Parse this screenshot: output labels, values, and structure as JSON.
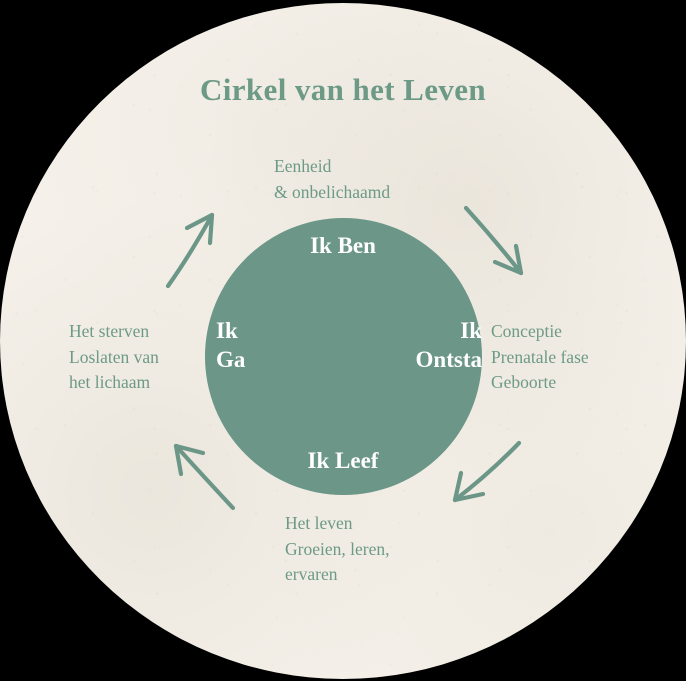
{
  "diagram": {
    "title": "Cirkel van het Leven",
    "colors": {
      "background": "#f5f1ea",
      "accent_green": "#6b9688",
      "text_green": "#6d9a86",
      "inner_text": "#ffffff"
    },
    "inner_stages": {
      "top": "Ik Ben",
      "right": "Ik\nOntsta",
      "bottom": "Ik Leef",
      "left": "Ik\nGa"
    },
    "outer_labels": {
      "top": "Eenheid\n& onbelichaamd",
      "right": "Conceptie\nPrenatale fase\nGeboorte",
      "bottom": "Het leven\nGroeien, leren,\nervaren",
      "left": "Het sterven\nLoslaten van\nhet lichaam"
    },
    "arrows": [
      {
        "name": "arrow-top-right",
        "direction": "down-right",
        "from": "Ik Ben",
        "to": "Ik Ontsta"
      },
      {
        "name": "arrow-bottom-right",
        "direction": "down-left",
        "from": "Ik Ontsta",
        "to": "Ik Leef"
      },
      {
        "name": "arrow-bottom-left",
        "direction": "up-left",
        "from": "Ik Leef",
        "to": "Ik Ga"
      },
      {
        "name": "arrow-top-left",
        "direction": "up-right",
        "from": "Ik Ga",
        "to": "Ik Ben"
      }
    ]
  }
}
